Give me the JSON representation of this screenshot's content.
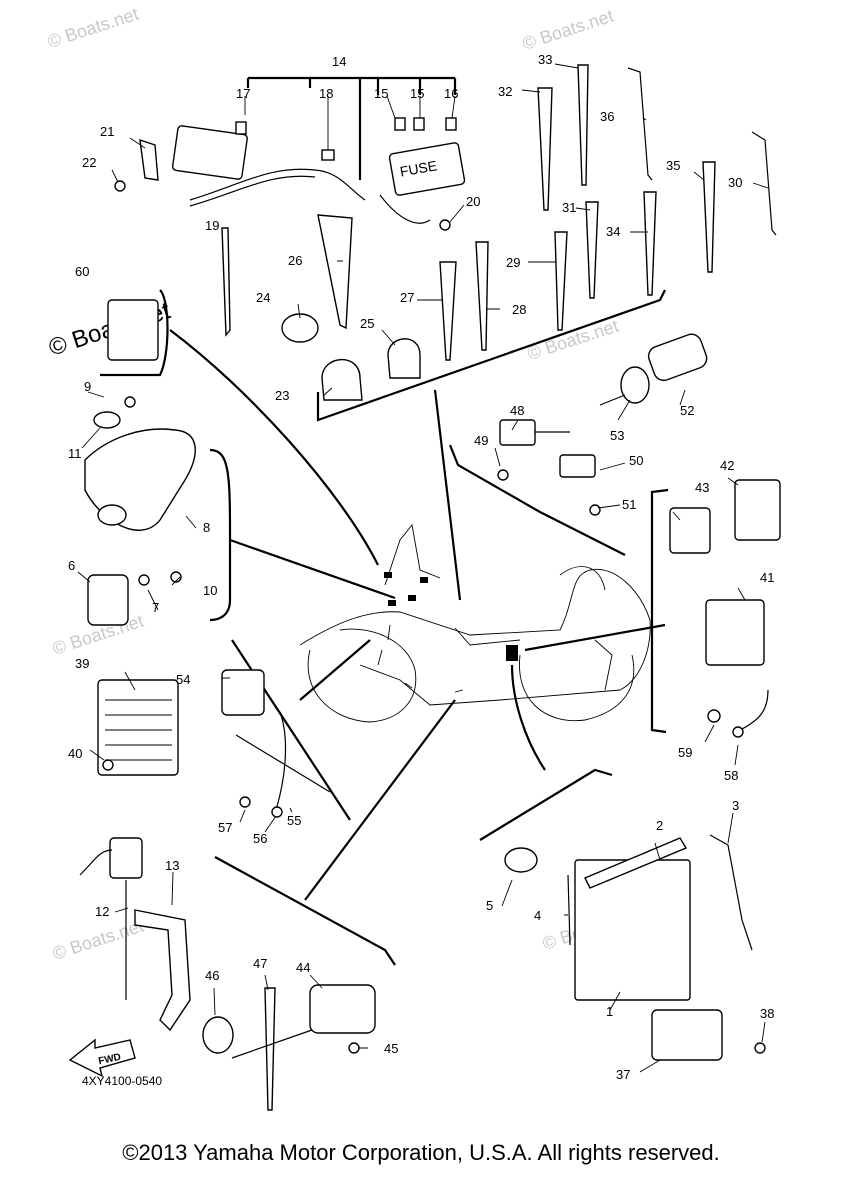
{
  "watermark": {
    "small": "© Boats.net",
    "large": "© Boats.net"
  },
  "callouts": [
    "1",
    "2",
    "3",
    "4",
    "5",
    "6",
    "7",
    "8",
    "9",
    "10",
    "11",
    "12",
    "13",
    "14",
    "15",
    "15",
    "16",
    "17",
    "18",
    "19",
    "20",
    "21",
    "22",
    "23",
    "24",
    "25",
    "26",
    "27",
    "28",
    "29",
    "30",
    "31",
    "32",
    "33",
    "34",
    "35",
    "36",
    "37",
    "38",
    "39",
    "40",
    "41",
    "42",
    "43",
    "44",
    "45",
    "46",
    "47",
    "48",
    "49",
    "50",
    "51",
    "52",
    "53",
    "54",
    "55",
    "56",
    "57",
    "58",
    "59",
    "60"
  ],
  "fuse_label": "FUSE",
  "fwd_label": "FWD",
  "drawing_code": "4XY4100-0540",
  "copyright": "©2013 Yamaha Motor Corporation, U.S.A. All rights reserved."
}
